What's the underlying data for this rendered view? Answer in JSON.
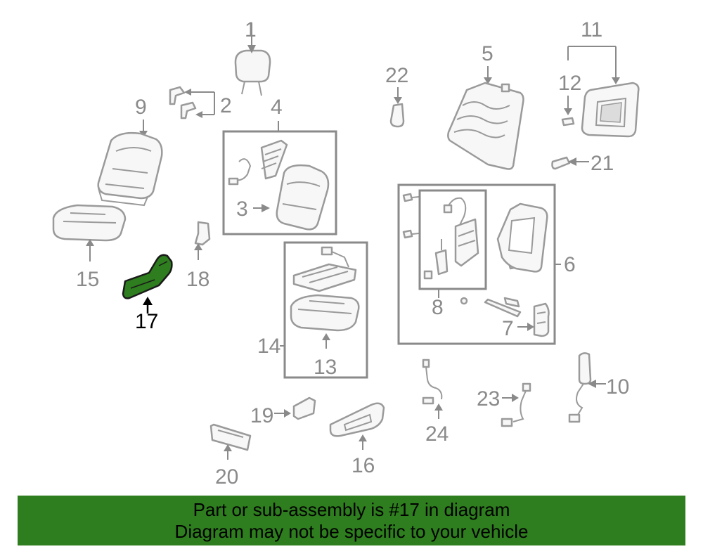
{
  "diagram": {
    "highlighted_part": "17",
    "highlight_color": "#2e7d1e",
    "labels": {
      "p1": "1",
      "p2": "2",
      "p3": "3",
      "p4": "4",
      "p5": "5",
      "p6": "6",
      "p7": "7",
      "p8": "8",
      "p9": "9",
      "p10": "10",
      "p11": "11",
      "p12": "12",
      "p13": "13",
      "p14": "14",
      "p15": "15",
      "p16": "16",
      "p17": "17",
      "p18": "18",
      "p19": "19",
      "p20": "20",
      "p21": "21",
      "p22": "22",
      "p23": "23",
      "p24": "24"
    }
  },
  "banner": {
    "line1": "Part or sub-assembly is #17 in diagram",
    "line2": "Diagram may not be specific to your vehicle",
    "background": "#2e7d1e"
  }
}
